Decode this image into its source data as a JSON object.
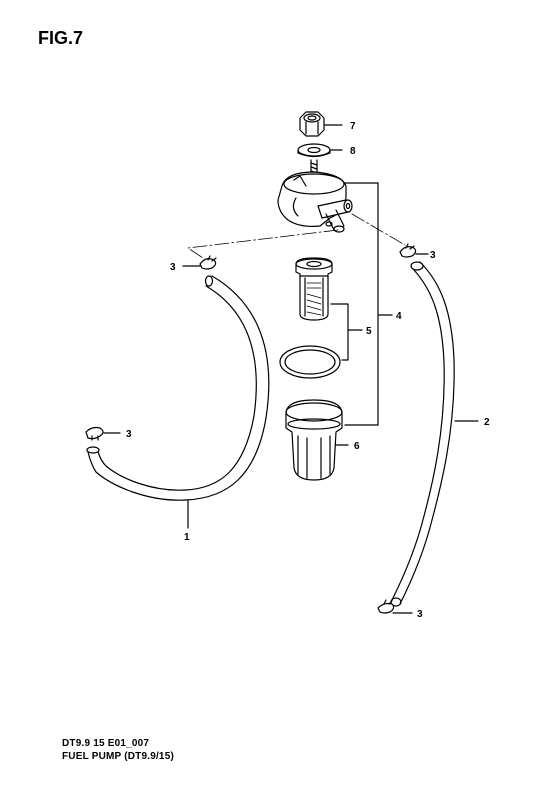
{
  "figure": {
    "title": "FIG.7",
    "code": "DT9.9 15 E01_007",
    "name": "FUEL PUMP (DT9.9/15)"
  },
  "callouts": {
    "part_1": "1",
    "part_2": "2",
    "part_3_top_left": "3",
    "part_3_top_right": "3",
    "part_3_left": "3",
    "part_3_bottom": "3",
    "part_4": "4",
    "part_5": "5",
    "part_6": "6",
    "part_7": "7",
    "part_8": "8"
  },
  "colors": {
    "line": "#000000",
    "background": "#ffffff"
  }
}
